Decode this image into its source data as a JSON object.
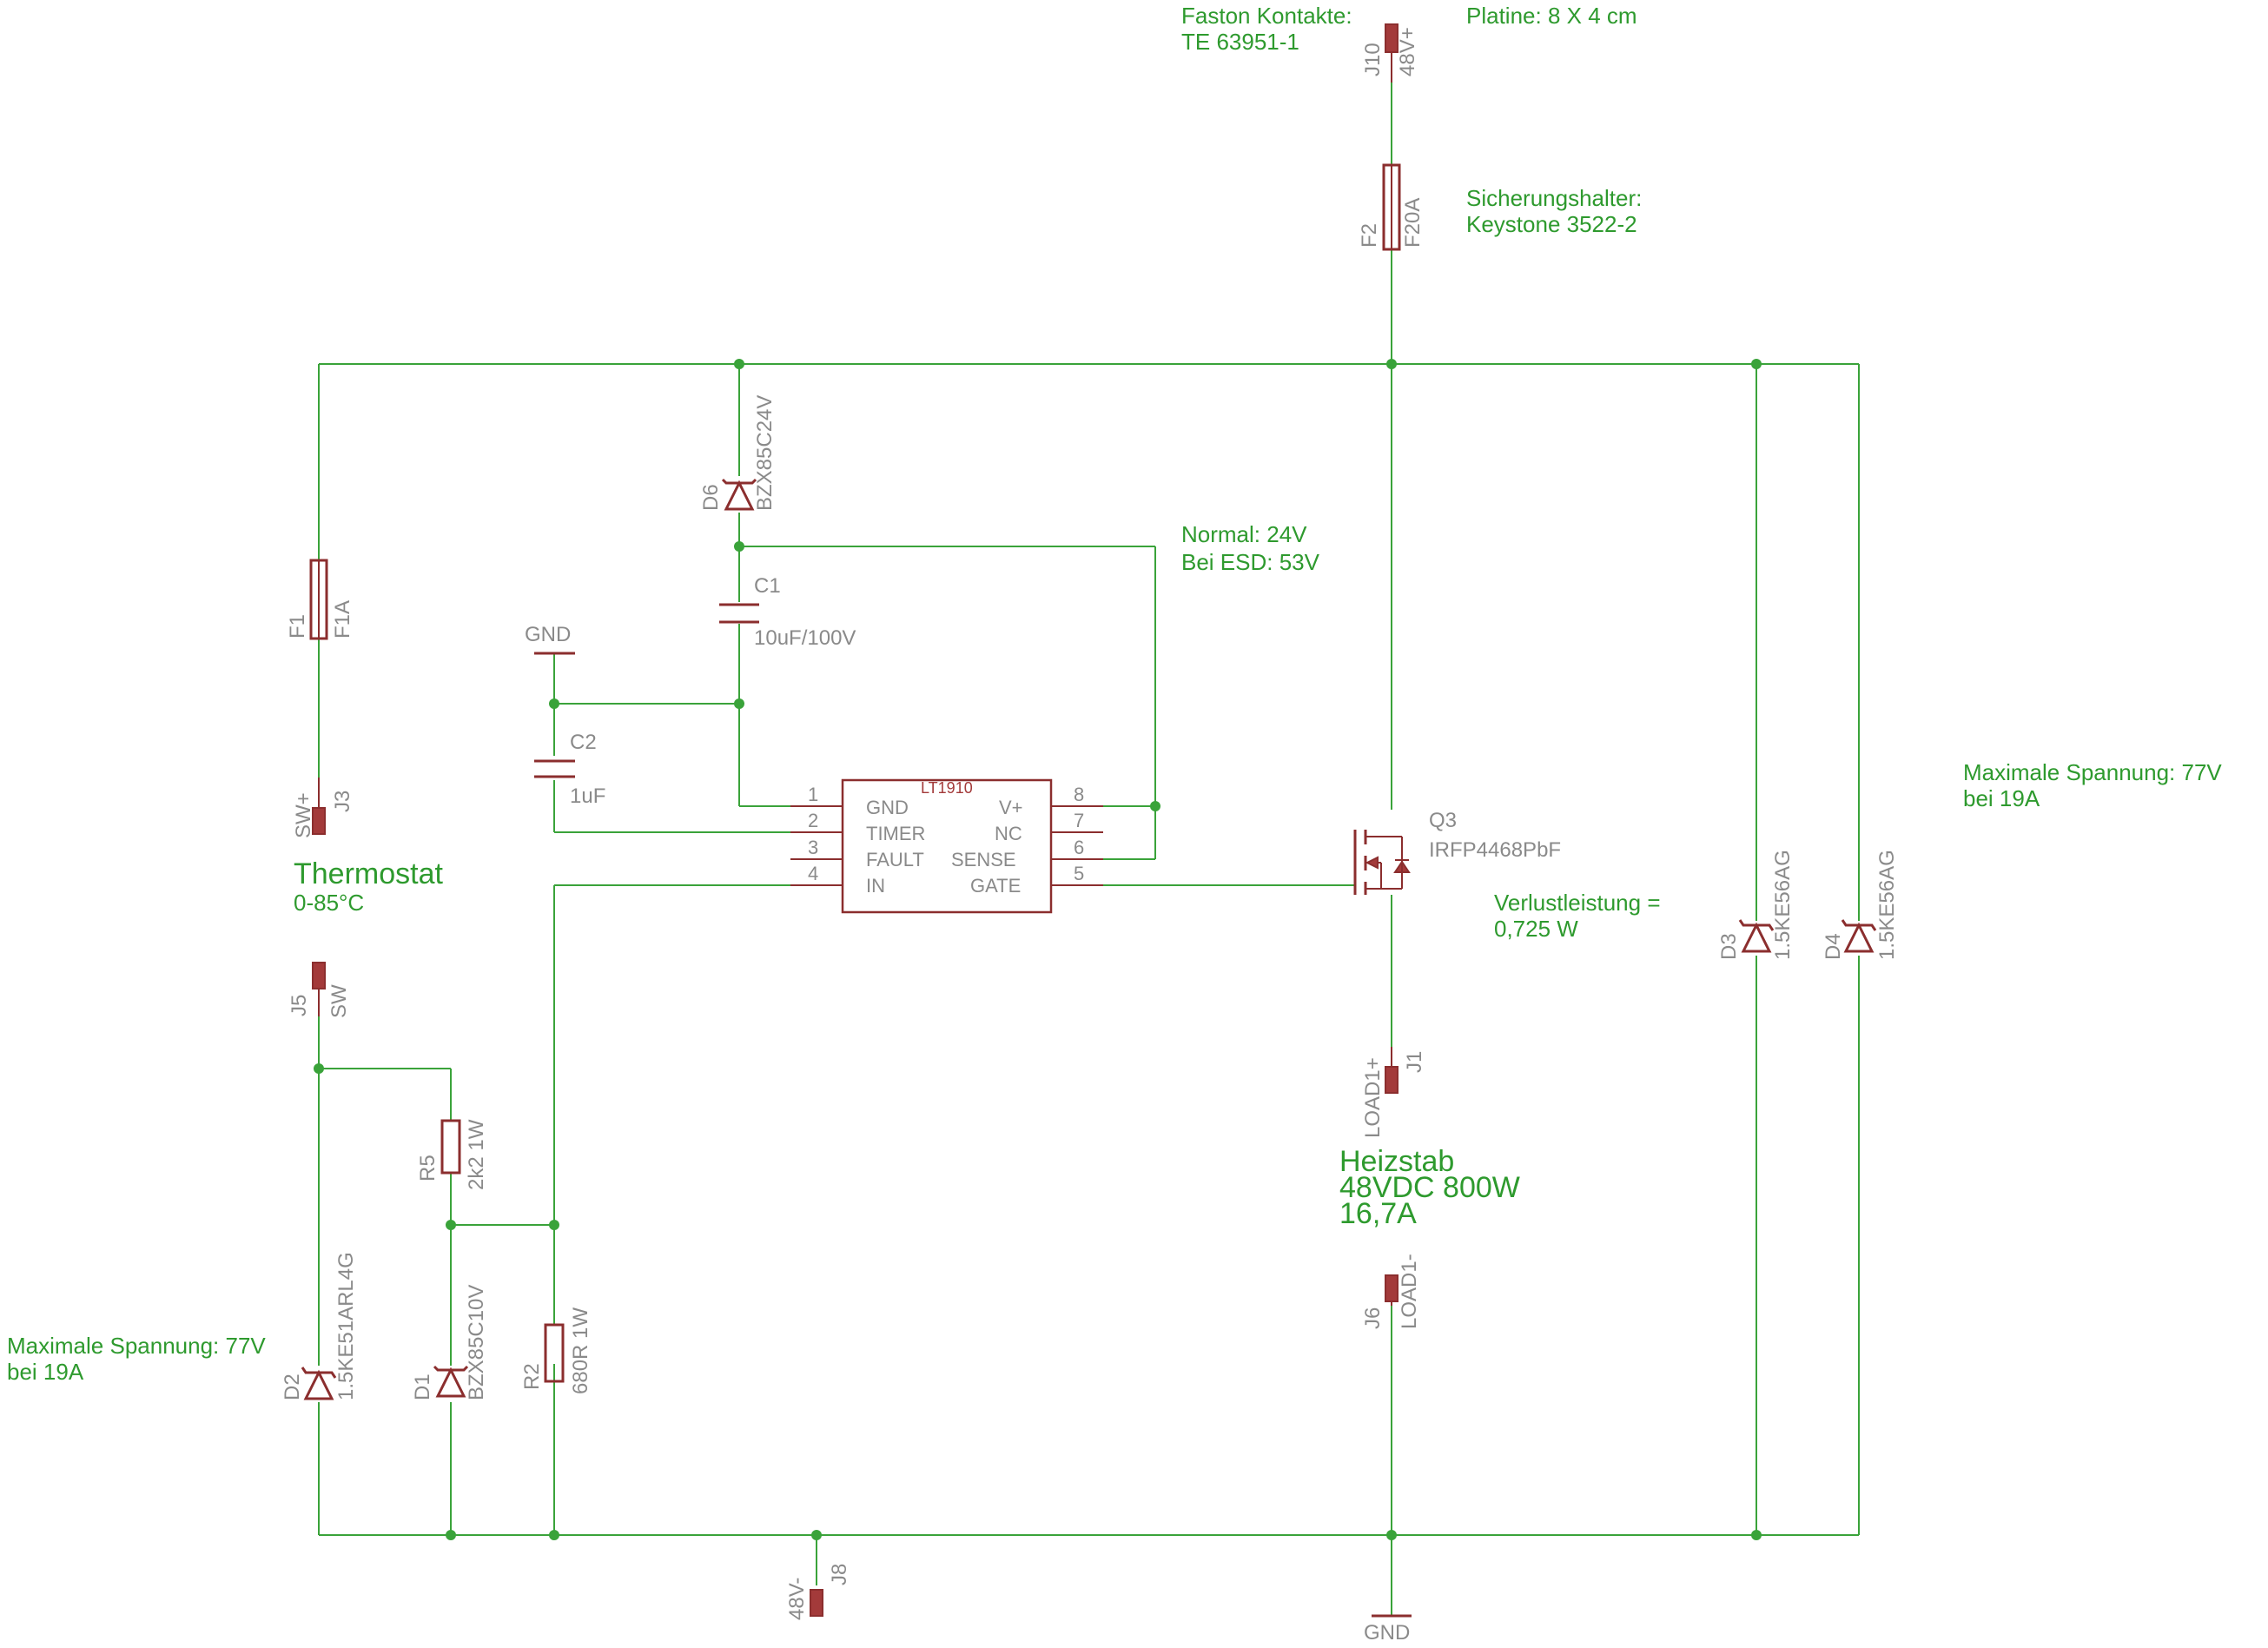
{
  "notes": {
    "faston_1": "Faston Kontakte:",
    "faston_2": "TE 63951-1",
    "platine": "Platine: 8 X 4 cm",
    "sich_1": "Sicherungshalter:",
    "sich_2": "Keystone 3522-2",
    "normal_1": "Normal: 24V",
    "normal_2": "Bei ESD: 53V",
    "thermo_1": "Thermostat",
    "thermo_2": "0-85°C",
    "verlust_1": "Verlustleistung =",
    "verlust_2": "0,725 W",
    "maxspan_r1": "Maximale Spannung: 77V",
    "maxspan_r2": "bei 19A",
    "maxspan_l1": "Maximale Spannung: 77V",
    "maxspan_l2": "bei 19A",
    "heiz_1": "Heizstab",
    "heiz_2": "48VDC 800W",
    "heiz_3": "16,7A"
  },
  "parts": {
    "J10": {
      "ref": "J10",
      "value": "48V+"
    },
    "F2": {
      "ref": "F2",
      "value": "F20A"
    },
    "F1": {
      "ref": "F1",
      "value": "F1A"
    },
    "J3": {
      "ref": "J3",
      "value": "SW+"
    },
    "J5": {
      "ref": "J5",
      "value": "SW"
    },
    "D6": {
      "ref": "D6",
      "value": "BZX85C24V"
    },
    "C1": {
      "ref": "C1",
      "value": "10uF/100V"
    },
    "C2": {
      "ref": "C2",
      "value": "1uF"
    },
    "GND_top": "GND",
    "GND_bot": "GND",
    "U1": {
      "name": "LT1910",
      "left_pins": [
        {
          "num": "1",
          "name": "GND"
        },
        {
          "num": "2",
          "name": "TIMER"
        },
        {
          "num": "3",
          "name": "FAULT"
        },
        {
          "num": "4",
          "name": "IN"
        }
      ],
      "right_pins": [
        {
          "num": "8",
          "name": "V+"
        },
        {
          "num": "7",
          "name": "NC"
        },
        {
          "num": "6",
          "name": "SENSE"
        },
        {
          "num": "5",
          "name": "GATE"
        }
      ]
    },
    "Q3": {
      "ref": "Q3",
      "value": "IRFP4468PbF"
    },
    "J1": {
      "ref": "J1",
      "value": "LOAD1+"
    },
    "J6": {
      "ref": "J6",
      "value": "LOAD1-"
    },
    "R5": {
      "ref": "R5",
      "value": "2k2 1W"
    },
    "R2": {
      "ref": "R2",
      "value": "680R 1W"
    },
    "D1": {
      "ref": "D1",
      "value": "BZX85C10V"
    },
    "D2": {
      "ref": "D2",
      "value": "1.5KE51ARL4G"
    },
    "D3": {
      "ref": "D3",
      "value": "1.5KE56AG"
    },
    "D4": {
      "ref": "D4",
      "value": "1.5KE56AG"
    },
    "J8": {
      "ref": "J8",
      "value": "48V-"
    }
  },
  "colors": {
    "wire": "#3aa33a",
    "part": "#8b2e2e",
    "label": "#8a8a8a",
    "note": "#2e9a2e"
  }
}
